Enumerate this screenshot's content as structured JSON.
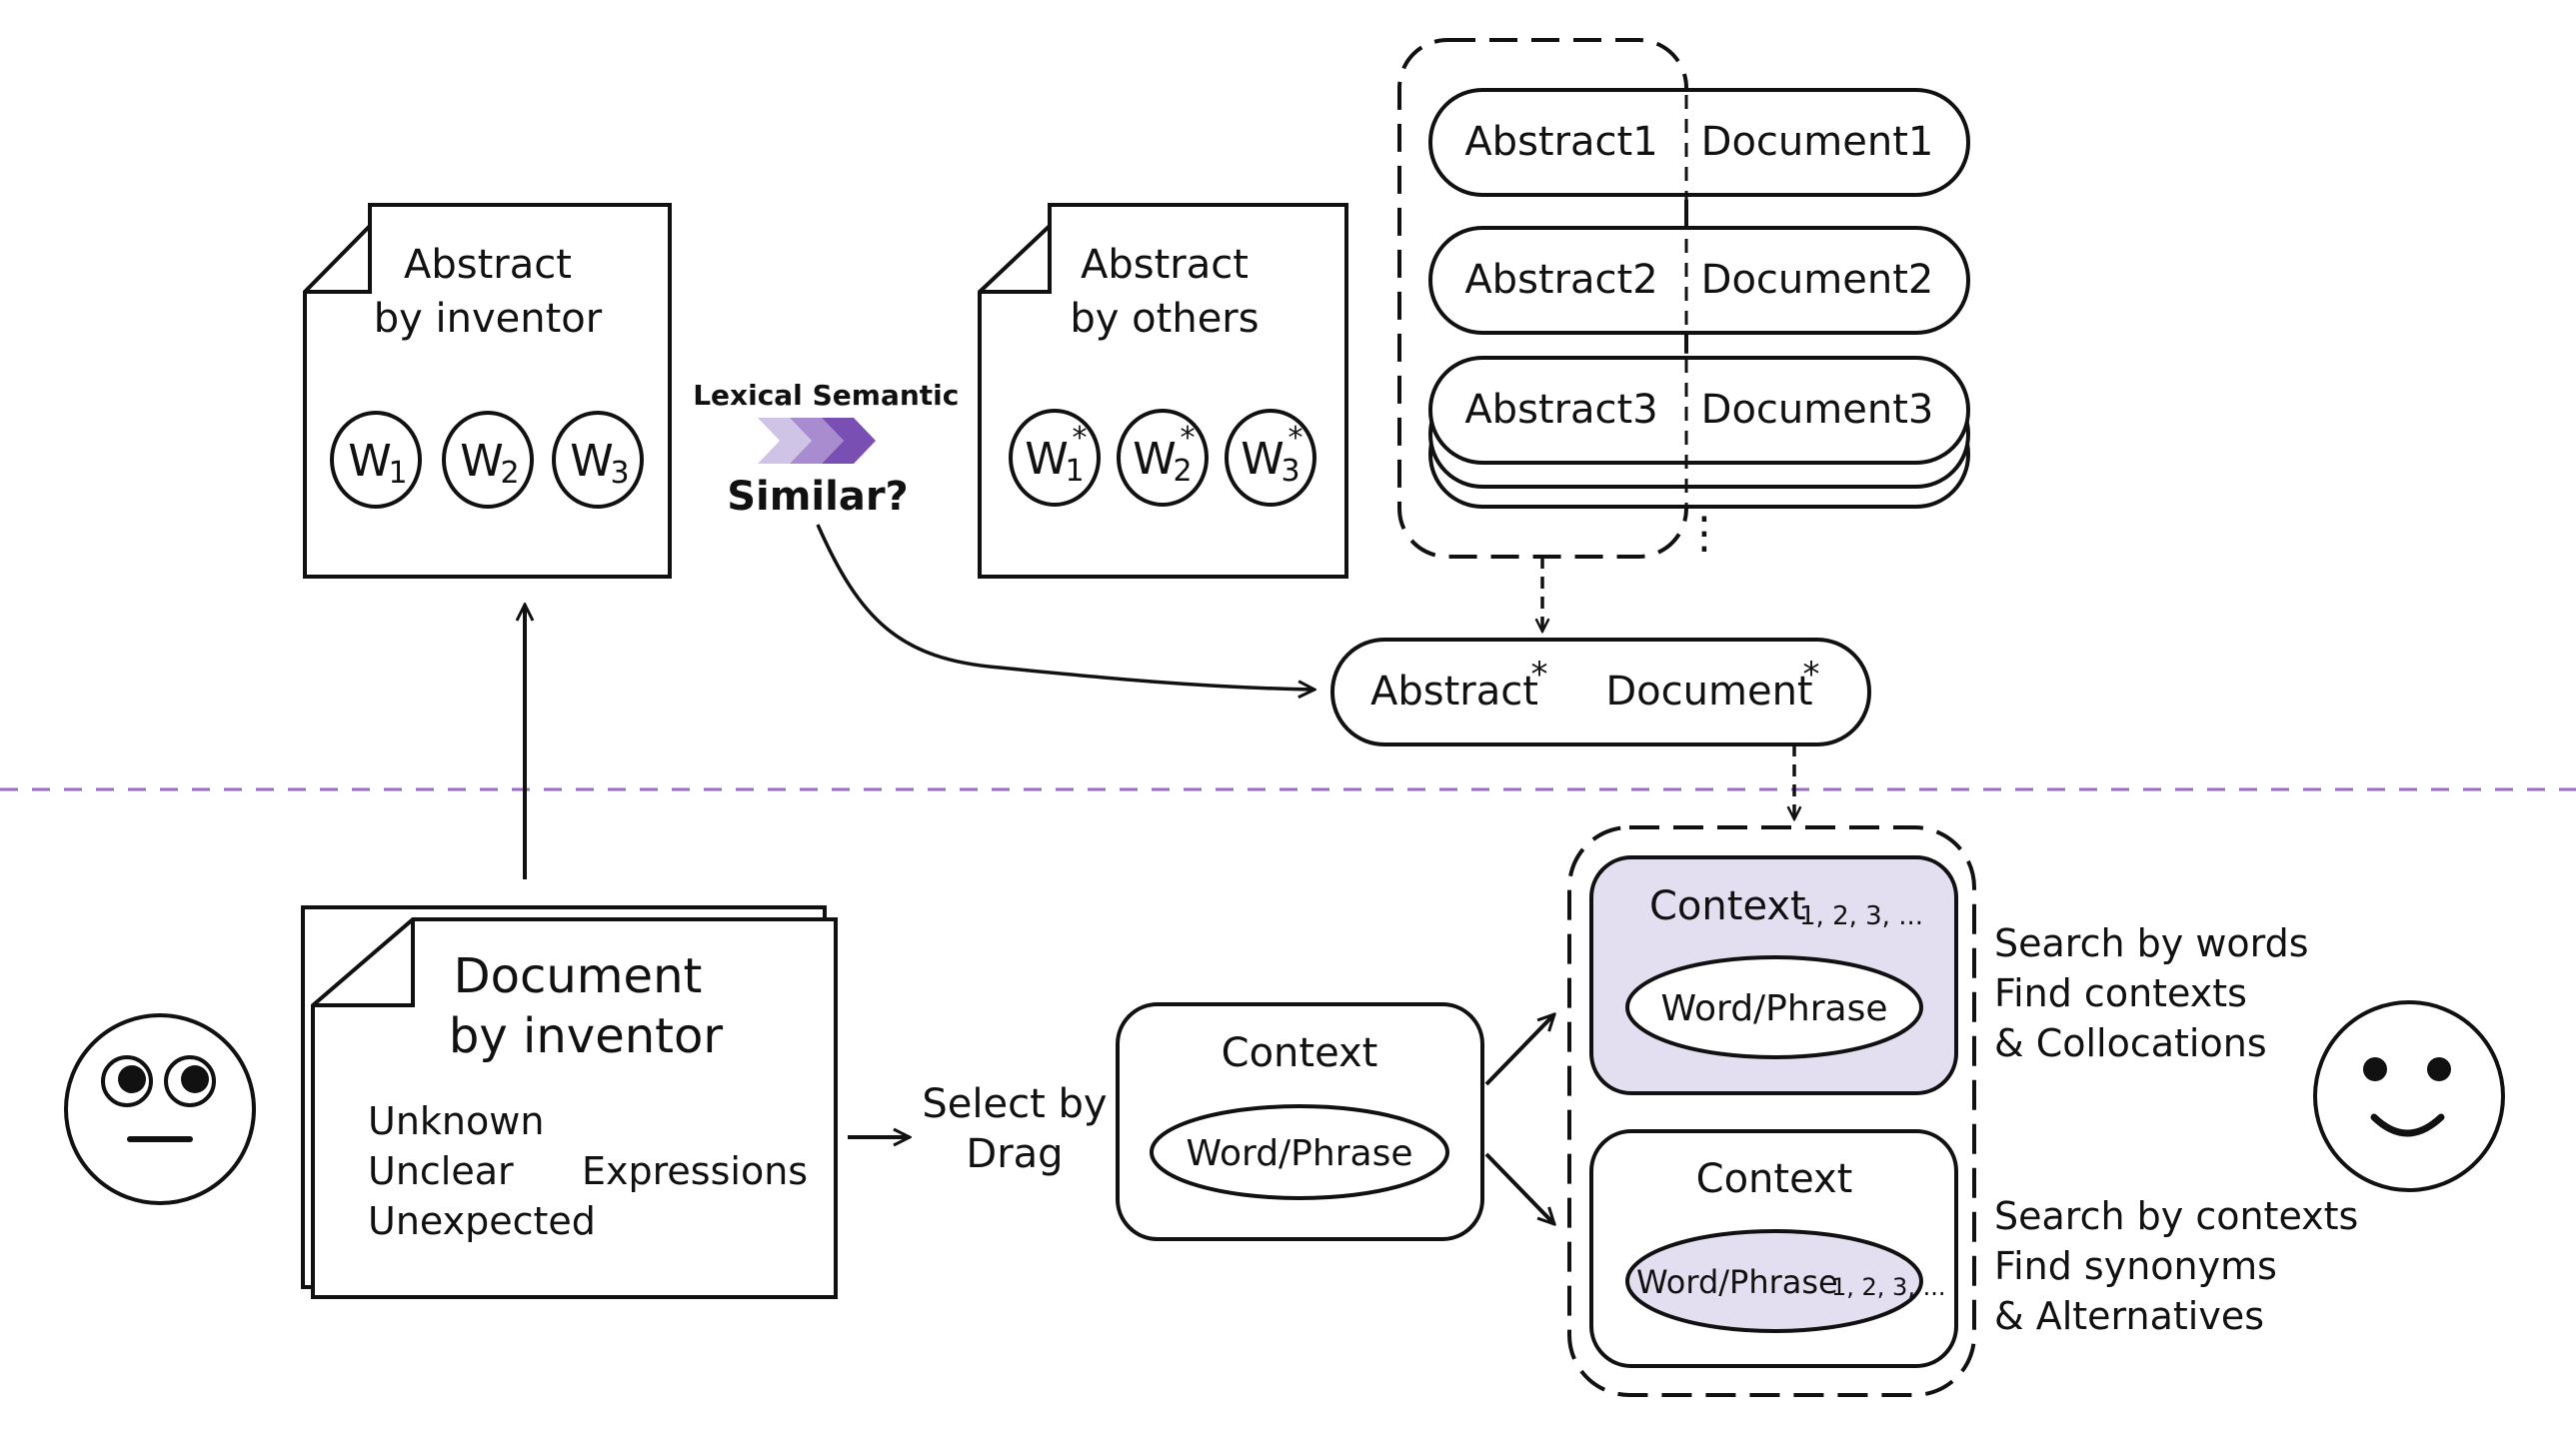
{
  "colors": {
    "ink": "#111111",
    "divider": "#9b6bc4",
    "highlight_fill": "#e3dff0",
    "chevron_light": "#cfc3e6",
    "chevron_mid": "#a98bd0",
    "chevron_dark": "#7a4fb3"
  },
  "abstract_inventor": {
    "title_line1": "Abstract",
    "title_line2": "by inventor",
    "words": [
      {
        "letter": "W",
        "sub": "1"
      },
      {
        "letter": "W",
        "sub": "2"
      },
      {
        "letter": "W",
        "sub": "3"
      }
    ]
  },
  "similarity": {
    "lexical": "Lexical",
    "semantic": "Semantic",
    "question": "Similar?"
  },
  "abstract_others": {
    "title_line1": "Abstract",
    "title_line2": "by others",
    "words": [
      {
        "letter": "W",
        "sub": "1",
        "sup": "*"
      },
      {
        "letter": "W",
        "sub": "2",
        "sup": "*"
      },
      {
        "letter": "W",
        "sub": "3",
        "sup": "*"
      }
    ]
  },
  "corpus": {
    "rows": [
      {
        "abstract": "Abstract1",
        "document": "Document1"
      },
      {
        "abstract": "Abstract2",
        "document": "Document2"
      },
      {
        "abstract": "Abstract3",
        "document": "Document3"
      }
    ],
    "ellipsis": "⋮"
  },
  "retrieved": {
    "abstract": "Abstract",
    "document": "Document",
    "star": "*"
  },
  "document_inventor": {
    "title_line1": "Document",
    "title_line2": "by inventor",
    "issues": [
      "Unknown",
      "Unclear",
      "Unexpected"
    ],
    "expressions": "Expressions"
  },
  "select": {
    "line1": "Select by",
    "line2": "Drag"
  },
  "context_main": {
    "title": "Context",
    "pill": "Word/Phrase"
  },
  "context_words": {
    "title": "Context",
    "title_sub": "1, 2, 3, ...",
    "pill": "Word/Phrase",
    "desc": [
      "Search by words",
      "Find contexts",
      "& Collocations"
    ]
  },
  "context_contexts": {
    "title": "Context",
    "pill": "Word/Phrase",
    "pill_sub": "1, 2, 3, ...",
    "desc": [
      "Search by contexts",
      "Find synonyms",
      "& Alternatives"
    ]
  },
  "faces": {
    "left": "confused-face-icon",
    "right": "smiley-face-icon"
  }
}
